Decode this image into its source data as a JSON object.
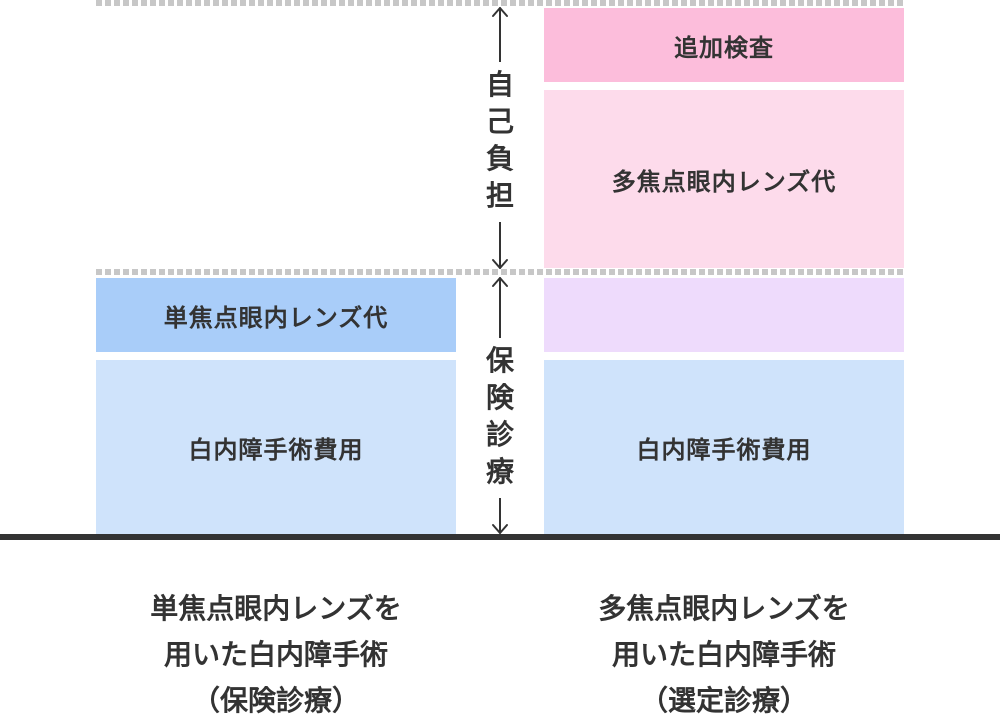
{
  "bracket": {
    "self_pay": "自己負担",
    "insurance": "保険診療"
  },
  "left_column": {
    "lens_label": "単焦点眼内レンズ代",
    "surgery_label": "白内障手術費用",
    "caption": {
      "line1": "単焦点眼内レンズを",
      "line2": "用いた白内障手術",
      "line3": "（保険診療）"
    }
  },
  "right_column": {
    "exam_label": "追加検査",
    "lens_label": "多焦点眼内レンズ代",
    "surgery_label": "白内障手術費用",
    "caption": {
      "line1": "多焦点眼内レンズを",
      "line2": "用いた白内障手術",
      "line3": "（選定診療）"
    }
  },
  "colors": {
    "blue_dark": "#a9cdf9",
    "blue_light": "#cfe3fb",
    "pink_dark": "#fcbddb",
    "pink_light": "#fddbeb",
    "purple": "#eedbfc",
    "text": "#333333",
    "dash": "#c7c7c7"
  }
}
